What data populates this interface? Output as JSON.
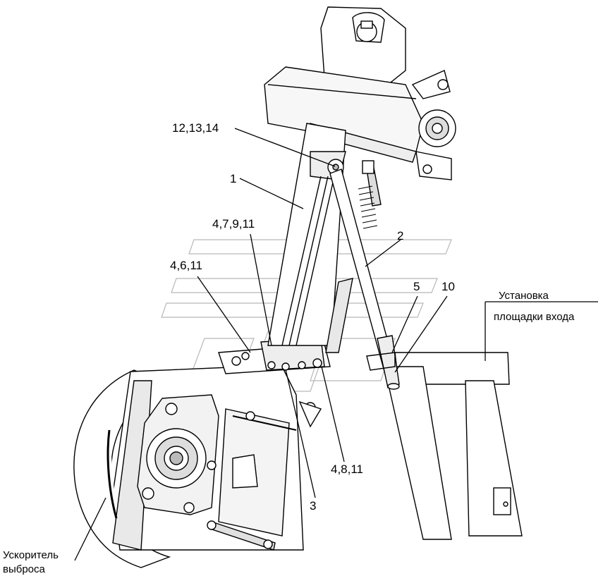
{
  "callouts": {
    "c_12_13_14": "12,13,14",
    "c_1": "1",
    "c_4_7_9_11": "4,7,9,11",
    "c_4_6_11": "4,6,11",
    "c_2": "2",
    "c_5": "5",
    "c_10": "10",
    "c_4_8_11": "4,8,11",
    "c_3": "3"
  },
  "annotations": {
    "entry_platform_line1": "Установка",
    "entry_platform_line2": "площадки входа",
    "accelerator_line1": "Ускоритель",
    "accelerator_line2": "выброса"
  }
}
